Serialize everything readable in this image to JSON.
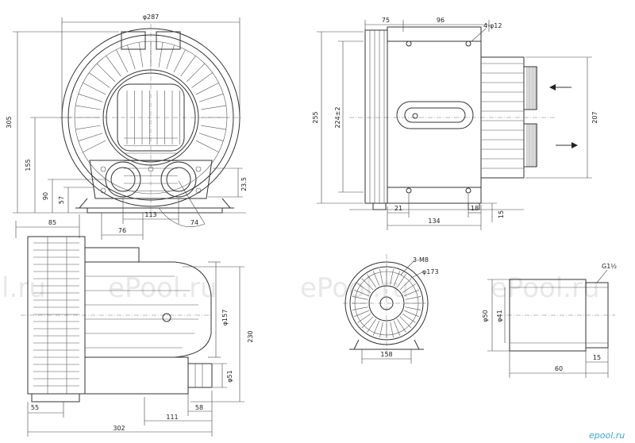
{
  "dimensions": {
    "front": {
      "diameter": "φ287",
      "height": "305",
      "center_height": "155",
      "port_height": "90",
      "flange_height": "57",
      "port_spacing": "113",
      "base_width": "76",
      "port_angle": "74",
      "port_offset": "23.5",
      "left_width": "85"
    },
    "side": {
      "top_left": "75",
      "top_right": "96",
      "hole_spec": "4-φ12",
      "total_height": "255",
      "bolt_spacing": "224±2",
      "port_span": "207",
      "base_left": "21",
      "base_right": "18",
      "base_depth": "134",
      "foot_height": "15"
    },
    "bottom": {
      "flange_dia": "φ157",
      "height": "230",
      "outlet_dia": "φ51",
      "left": "55",
      "overall_length": "302",
      "outlet_offset": "111",
      "outlet_length": "58"
    },
    "flange": {
      "screws": "3-M8",
      "diameter": "φ173",
      "base": "158"
    },
    "pipe": {
      "thread": "G1½",
      "outer_dia": "φ50",
      "inner_dia": "φ41",
      "length": "60",
      "thread_length": "15"
    }
  },
  "watermarks": [
    "l.ru",
    "ePool.ru",
    "ePool.ru",
    "ePool.ru"
  ],
  "logo": "epool.ru"
}
